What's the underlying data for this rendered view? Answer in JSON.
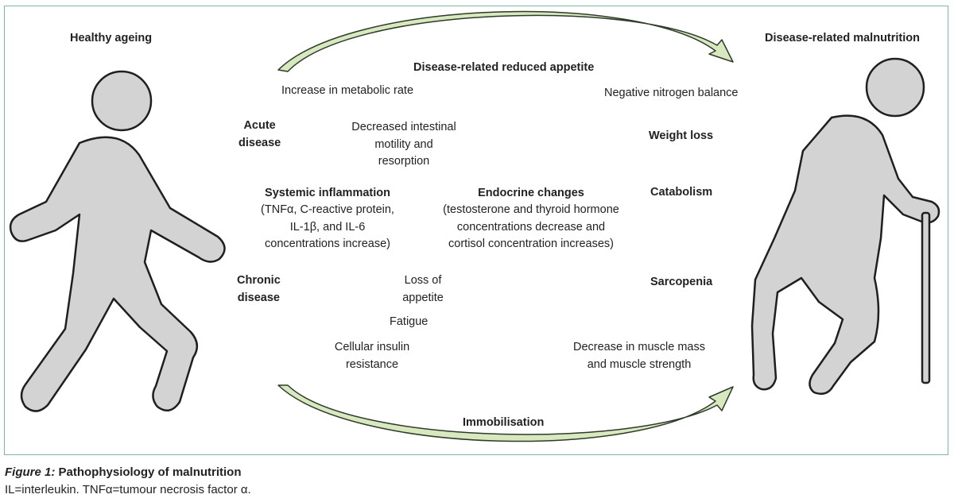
{
  "diagram": {
    "left_title": "Healthy  ageing",
    "right_title": "Disease-related malnutrition",
    "top_arrow_label": "Disease-related reduced appetite",
    "bottom_arrow_label": "Immobilisation",
    "acute_disease": "Acute\ndisease",
    "chronic_disease": "Chronic\ndisease",
    "metabolic_rate": "Increase in metabolic rate",
    "intestinal": "Decreased intestinal\nmotility and\nresorption",
    "systemic_title": "Systemic inflammation",
    "systemic_detail": "(TNFα, C-reactive protein,\nIL-1β, and IL-6\nconcentrations increase)",
    "endocrine_title": "Endocrine changes",
    "endocrine_detail": "(testosterone and thyroid hormone\nconcentrations decrease and\ncortisol concentration increases)",
    "loss_appetite": "Loss of\nappetite",
    "fatigue": "Fatigue",
    "insulin": "Cellular insulin\nresistance",
    "nitrogen": "Negative nitrogen balance",
    "weight_loss": "Weight loss",
    "catabolism": "Catabolism",
    "sarcopenia": "Sarcopenia",
    "muscle": "Decrease in muscle mass\nand muscle strength"
  },
  "caption": {
    "figure_number": "Figure 1:",
    "title": " Pathophysiology of malnutrition",
    "note": "IL=interleukin. TNFα=tumour necrosis factor α."
  },
  "colors": {
    "border": "#7fb7a6",
    "arrow_fill": "#d9e9bf",
    "arrow_stroke": "#2e3a2a",
    "figure_gray": "#d3d3d3"
  }
}
